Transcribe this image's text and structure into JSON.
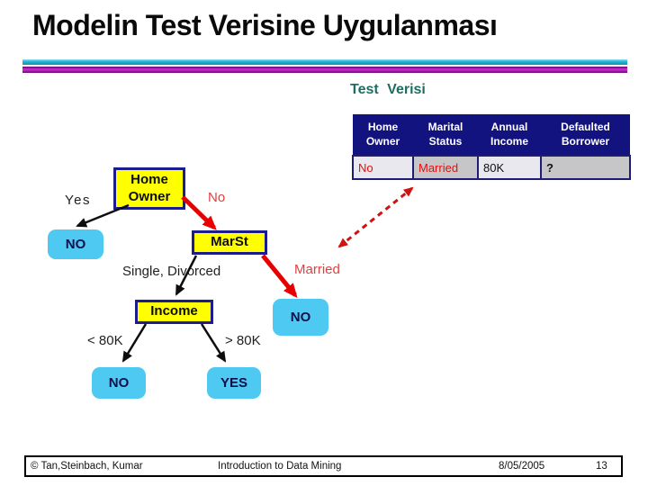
{
  "slide": {
    "title": "Modelin Test Verisine Uygulanması",
    "subtitle": "Test Verisi"
  },
  "table": {
    "headers": [
      "Home Owner",
      "Marital Status",
      "Annual Income",
      "Defaulted Borrower"
    ],
    "row": [
      "No",
      "Married",
      "80K",
      "?"
    ]
  },
  "tree": {
    "nodes": {
      "home_owner": "Home Owner",
      "marst": "MarSt",
      "income": "Income"
    },
    "leaves": {
      "home_no": "NO",
      "married_no": "NO",
      "income_no": "NO",
      "income_yes": "YES"
    },
    "branches": {
      "yes": "Yes",
      "no": "No",
      "single_divorced": "Single, Divorced",
      "married": "Married",
      "below_80k": "< 80K",
      "above_80k": "> 80K"
    }
  },
  "footer": {
    "copyright": "© Tan,Steinbach, Kumar",
    "book": "Introduction to Data Mining",
    "date": "8/05/2005",
    "page": "13"
  },
  "colors": {
    "decision_node_fill": "#ffff00",
    "decision_node_border": "#1c1c8c",
    "leaf_node_fill": "#4dc9f2",
    "path_highlight_red": "#e80000",
    "dashed_arrow_red": "#cf1212",
    "branch_label_red": "#e04040",
    "table_header_bg": "#13137f",
    "table_value_red": "#e01010",
    "subtitle_teal": "#1d6e62",
    "bar_cyan": "#25b4d6",
    "bar_magenta": "#d22ad2"
  }
}
